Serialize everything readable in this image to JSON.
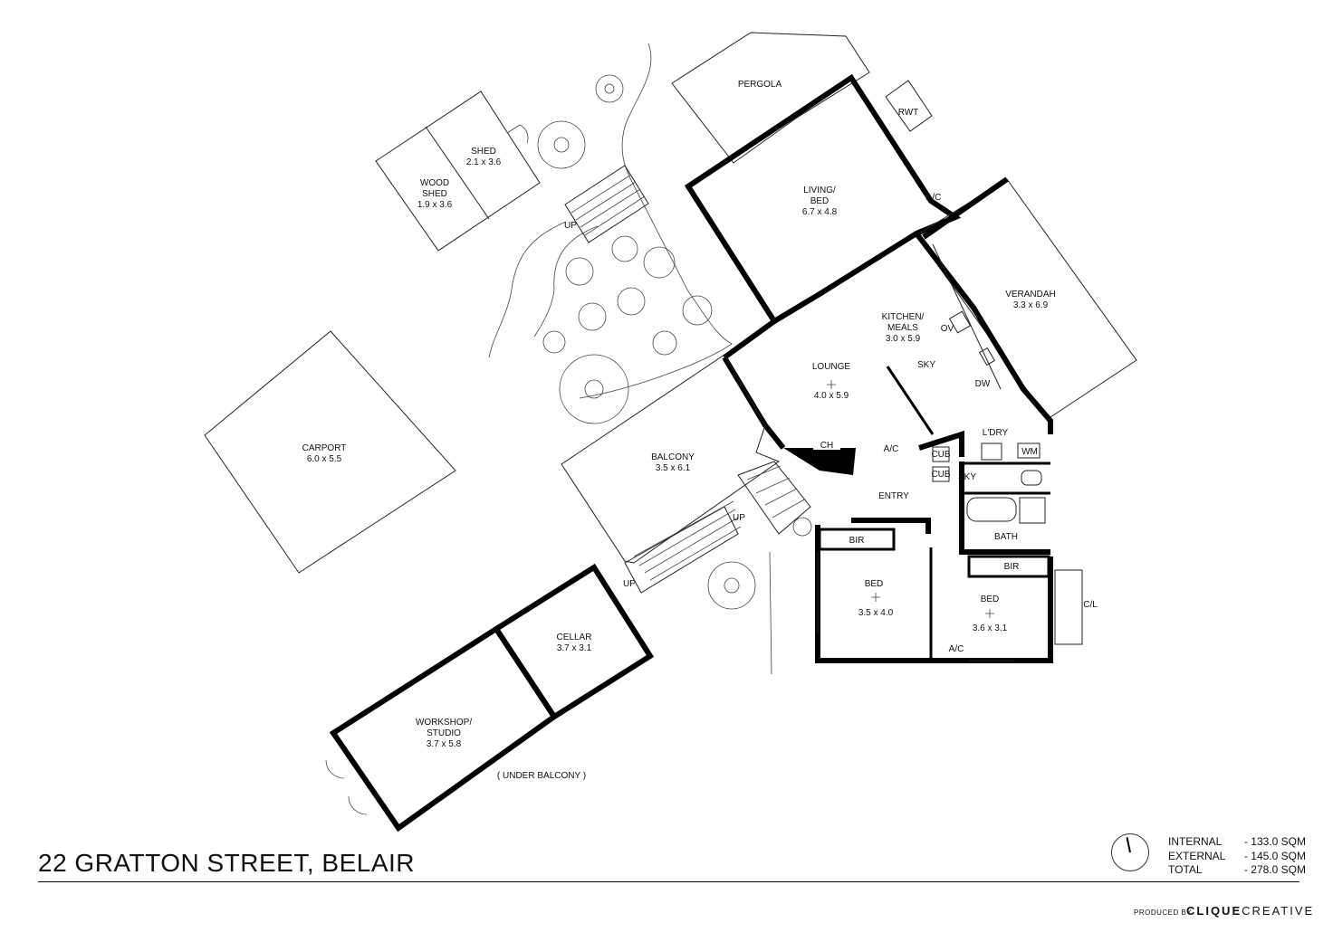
{
  "address": "22 GRATTON STREET, BELAIR",
  "rooms": {
    "pergola": "PERGOLA",
    "rwt": "RWT",
    "living_name": "LIVING/",
    "living_name2": "BED",
    "living_size": "6.7 x 4.8",
    "ac": "A/C",
    "shed_name": "SHED",
    "shed_size": "2.1 x 3.6",
    "wood_shed_name": "WOOD",
    "wood_shed_name2": "SHED",
    "wood_shed_size": "1.9 x 3.6",
    "up": "UP",
    "verandah_name": "VERANDAH",
    "verandah_size": "3.3 x 6.9",
    "kitchen_name": "KITCHEN/",
    "kitchen_name2": "MEALS",
    "kitchen_size": "3.0 x 5.9",
    "ov": "OV",
    "sky": "SKY",
    "dw": "DW",
    "lounge_name": "LOUNGE",
    "lounge_size": "4.0 x 5.9",
    "carport_name": "CARPORT",
    "carport_size": "6.0 x 5.5",
    "balcony_name": "BALCONY",
    "balcony_size": "3.5 x 6.1",
    "ch": "CH",
    "ldry": "L'DRY",
    "wm": "WM",
    "cub": "CUB",
    "entry": "ENTRY",
    "bath": "BATH",
    "bir": "BIR",
    "bed": "BED",
    "bed1_size": "3.5 x 4.0",
    "bed2_size": "3.6 x 3.1",
    "cl": "C/L",
    "cellar_name": "CELLAR",
    "cellar_size": "3.7 x 3.1",
    "workshop_name": "WORKSHOP/",
    "workshop_name2": "STUDIO",
    "workshop_size": "3.7 x 5.8",
    "under_balcony": "( UNDER BALCONY )"
  },
  "areas": [
    {
      "label": "INTERNAL",
      "value": "- 133.0 SQM"
    },
    {
      "label": "EXTERNAL",
      "value": "- 145.0 SQM"
    },
    {
      "label": "TOTAL",
      "value": "- 278.0 SQM"
    }
  ],
  "produced_by": "PRODUCED BY",
  "brand_bold": "CLIQUE",
  "brand_light": "CREATIVE",
  "compass_icon": "north-arrow-icon"
}
